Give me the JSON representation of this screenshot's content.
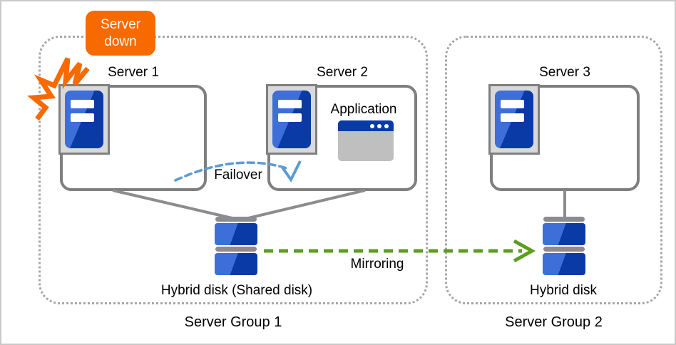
{
  "colors": {
    "orange": "#F76A00",
    "blue-light": "#3E6FD8",
    "blue-dark": "#0A3AA6",
    "arc-blue": "#5B9BD5",
    "green": "#5C9E1F",
    "line-gray": "#8C8C8C",
    "border-gray": "#7F7F7F",
    "dot-gray": "#A6A6A6",
    "icon-bg": "#D9D9D9",
    "app-gray": "#BFBFBF"
  },
  "badge": {
    "line1": "Server",
    "line2": "down"
  },
  "servers": [
    {
      "label": "Server 1"
    },
    {
      "label": "Server 2"
    },
    {
      "label": "Server 3"
    }
  ],
  "application_label": "Application",
  "arrows": {
    "failover": "Failover",
    "mirroring": "Mirroring"
  },
  "disks": {
    "shared": "Hybrid disk (Shared disk)",
    "mirror": "Hybrid disk"
  },
  "groups": [
    {
      "label": "Server Group 1"
    },
    {
      "label": "Server Group 2"
    }
  ]
}
